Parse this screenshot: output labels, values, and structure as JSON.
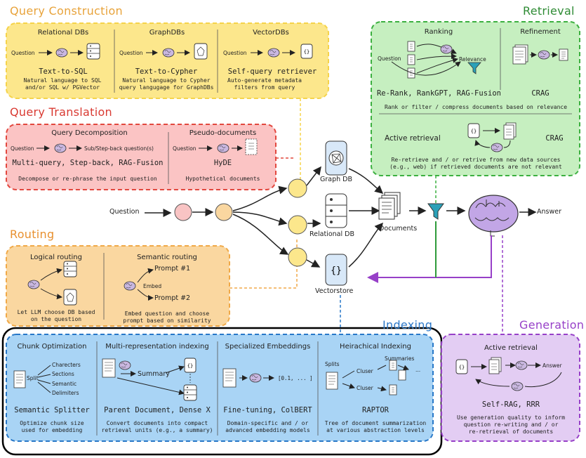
{
  "sections": {
    "query_construction": "Query Construction",
    "query_translation": "Query Translation",
    "routing": "Routing",
    "retrieval": "Retrieval",
    "indexing": "Indexing",
    "generation": "Generation"
  },
  "query_construction": {
    "relational": {
      "header": "Relational DBs",
      "input": "Question",
      "title": "Text-to-SQL",
      "desc": "Natural language to SQL\nand/or SQL w/ PGVector"
    },
    "graph": {
      "header": "GraphDBs",
      "input": "Question",
      "title": "Text-to-Cypher",
      "desc": "Natural language to Cypher\nquery langugage for GraphDBs"
    },
    "vector": {
      "header": "VectorDBs",
      "input": "Question",
      "title": "Self-query retriever",
      "desc": "Auto-generate metadata\nfilters from query"
    }
  },
  "query_translation": {
    "decomposition": {
      "header": "Query Decomposition",
      "input": "Question",
      "output": "Sub/Step-back question(s)",
      "title": "Multi-query, Step-back, RAG-Fusion",
      "desc": "Decompose or re-phrase the input question"
    },
    "pseudo": {
      "header": "Pseudo-documents",
      "input": "Question",
      "title": "HyDE",
      "desc": "Hypothetical documents"
    }
  },
  "routing": {
    "logical": {
      "header": "Logical routing",
      "desc": "Let LLM choose DB based\non the question"
    },
    "semantic": {
      "header": "Semantic routing",
      "prompt1": "Prompt #1",
      "prompt2": "Prompt #2",
      "embed": "Embed",
      "desc": "Embed question and choose\nprompt based on similarity"
    }
  },
  "retrieval": {
    "ranking": {
      "header": "Ranking",
      "input": "Question",
      "relevance": "Relevance",
      "title": "Re-Rank, RankGPT, RAG-Fusion"
    },
    "refinement": {
      "header": "Refinement",
      "title": "CRAG"
    },
    "rank_desc": "Rank or filter / compress documents based on relevance",
    "active": {
      "header": "Active retrieval",
      "title": "CRAG",
      "desc": "Re-retrieve and / or retrive from new data sources\n(e.g., web) if retrieved documents are not relevant"
    }
  },
  "center": {
    "question": "Question",
    "graph_db": "Graph DB",
    "relational_db": "Relational DB",
    "vectorstore": "Vectorstore",
    "documents": "Documents",
    "answer": "Answer"
  },
  "indexing": {
    "chunk": {
      "header": "Chunk Optimization",
      "split": "Split",
      "items": [
        "Charecters",
        "Sections",
        "Semantic",
        "Delimiters"
      ],
      "title": "Semantic Splitter",
      "desc": "Optimize chunk size\nused for embedding"
    },
    "multi": {
      "header": "Multi-representation indexing",
      "summary": "Summary",
      "title": "Parent Document, Dense X",
      "desc": "Convert documents into compact\nretrieval units (e.g., a summary)"
    },
    "special": {
      "header": "Specialized Embeddings",
      "vector": "[0.1, ... ]",
      "title": "Fine-tuning, ColBERT",
      "desc": "Domain-specific and / or\nadvanced embedding models"
    },
    "hier": {
      "header": "Heirachical Indexing",
      "splits": "Splits",
      "summaries": "Summaries",
      "cluster1": "Cluser",
      "cluster2": "Cluser",
      "ellipsis": "...",
      "title": "RAPTOR",
      "desc": "Tree of document summarization\nat various abstraction levels"
    }
  },
  "generation": {
    "header": "Active retrieval",
    "answer": "Answer",
    "title": "Self-RAG, RRR",
    "desc": "Use generation quality to inform\nquestion re-writing and / or\nre-retrieval of documents"
  },
  "colors": {
    "yellow_fill": "#FCE78C",
    "yellow_border": "#F5D34A",
    "yellow_title": "#E8A33B",
    "red_fill": "#FBC4C4",
    "red_border": "#E2483F",
    "red_title": "#D93A32",
    "orange_fill": "#FAD7A0",
    "orange_border": "#F0A948",
    "orange_title": "#E8902F",
    "green_fill": "#C6EFC0",
    "green_border": "#3CB040",
    "green_title": "#2E8B34",
    "blue_fill": "#A9D4F5",
    "blue_border": "#2878C8",
    "blue_title": "#2C78C8",
    "purple_fill": "#E3CDF3",
    "purple_border": "#9740C8",
    "purple_title": "#9740C8"
  }
}
